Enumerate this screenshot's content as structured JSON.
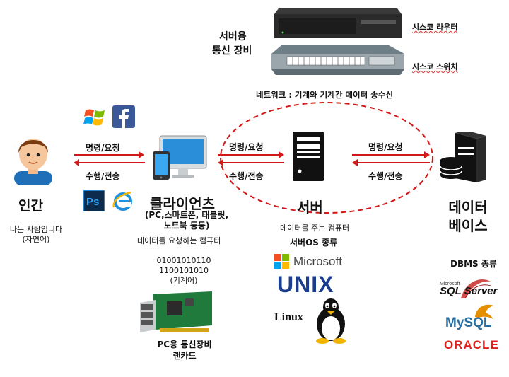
{
  "equipment": {
    "title_line1": "서버용",
    "title_line2": "통신 장비",
    "router_label": "시스코 라우터",
    "switch_label": "시스코 스위치",
    "network_caption": "네트워크 : 기계와 기계간 데이터 송수신"
  },
  "human": {
    "title": "인간",
    "sub1": "나는 사람입니다",
    "sub2": "(자연어)"
  },
  "arrows": {
    "left_top": "명령/요청",
    "left_bottom": "수행/전송",
    "mid_top": "명령/요청",
    "mid_bottom": "수행/전송",
    "right_top": "명령/요청",
    "right_bottom": "수행/전송"
  },
  "client": {
    "title": "클라이언츠",
    "sub1": "(PC,스마트폰, 태블릿,",
    "sub2": "노트북 등등)",
    "desc": "데이터를 요청하는 컴퓨터",
    "binary1": "01001010110",
    "binary2": "1100101010",
    "binary3": "(기계어)",
    "lan_label1": "PC용 통신장비",
    "lan_label2": "랜카드"
  },
  "server": {
    "title": "서버",
    "desc": "데이터를 주는 컴퓨터",
    "os_title": "서버OS 종류",
    "logo_microsoft": "Microsoft",
    "logo_unix": "UNIX",
    "logo_linux": "Linux"
  },
  "database": {
    "title1": "데이터",
    "title2": "베이스",
    "dbms_title": "DBMS 종류",
    "logo_sql_small": "Microsoft",
    "logo_sql_big": "SQL Server",
    "logo_mysql": "MySQL",
    "logo_oracle": "ORACLE"
  },
  "colors": {
    "arrow": "#d01818",
    "ellipse": "#d01818",
    "unix": "#1a3d8f",
    "oracle": "#e0201b"
  }
}
